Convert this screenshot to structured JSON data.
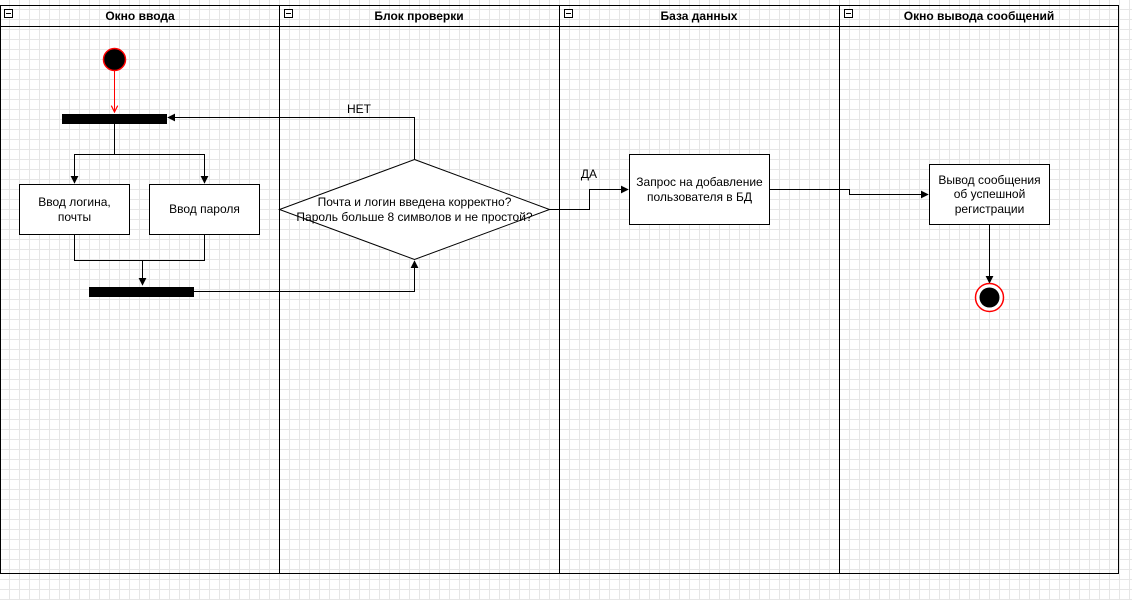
{
  "lanes": [
    {
      "title": "Окно ввода"
    },
    {
      "title": "Блок проверки"
    },
    {
      "title": "База данных"
    },
    {
      "title": "Окно вывода сообщений"
    }
  ],
  "nodes": {
    "login_input": {
      "line1": "Ввод логина,",
      "line2": "почты"
    },
    "password_input": {
      "line1": "Ввод пароля"
    },
    "validation": {
      "line1": "Почта и логин введена корректно?",
      "line2": "Пароль больше 8 символов и не простой?"
    },
    "db_request": {
      "line1": "Запрос на добавление",
      "line2": "пользователя в БД"
    },
    "success_message": {
      "line1": "Вывод сообщения",
      "line2": "об успешной",
      "line3": "регистрации"
    }
  },
  "edge_labels": {
    "no": "НЕТ",
    "yes": "ДА"
  },
  "colors": {
    "initial_flow_arrow": "#ff0000",
    "end_ring": "#ff0000",
    "line": "#000000",
    "grid": "#e6e6e6"
  }
}
